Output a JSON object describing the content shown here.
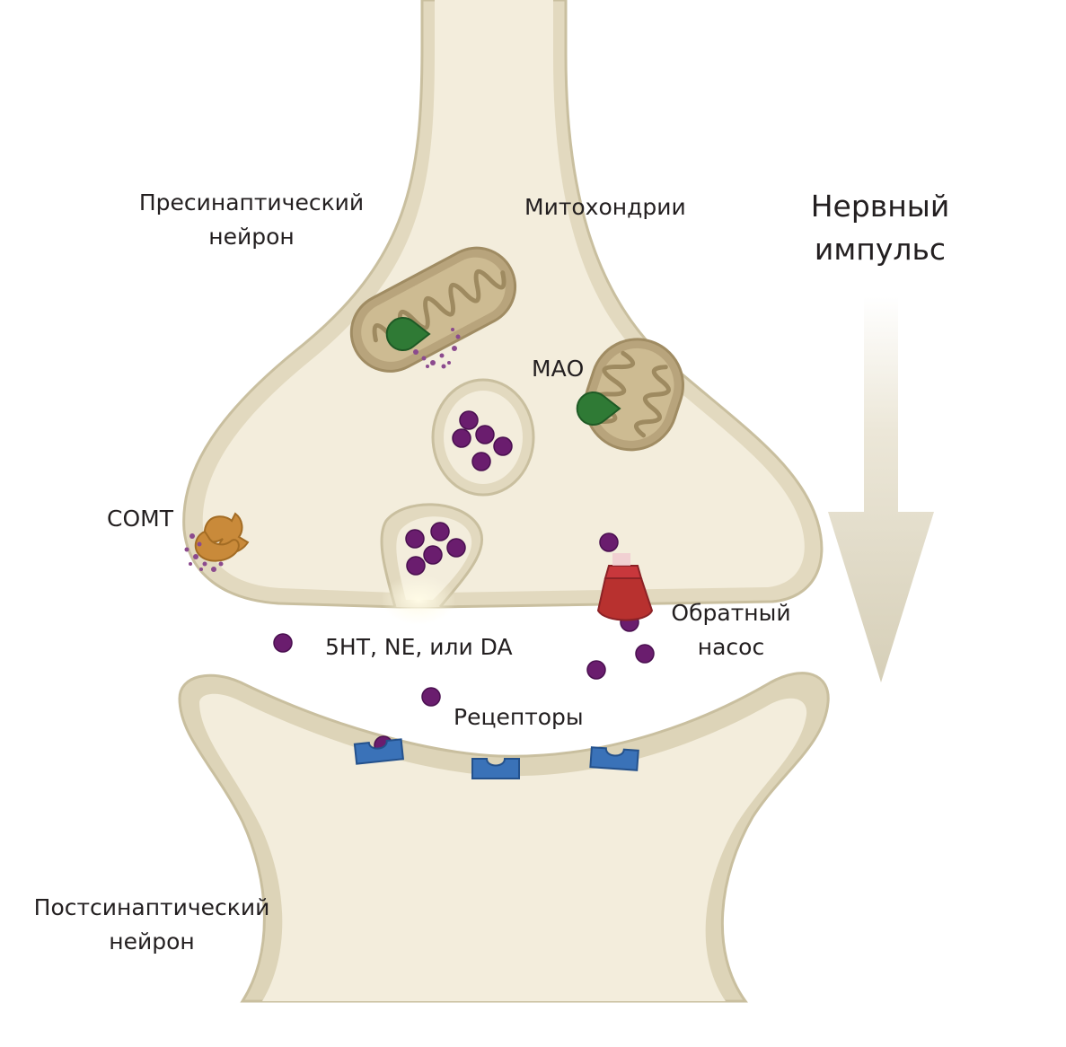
{
  "labels": {
    "presynaptic": [
      "Пресинаптический",
      "нейрон"
    ],
    "mitochondria": "Митохондрии",
    "impulse": [
      "Нервный",
      "импульс"
    ],
    "mao": "МАО",
    "comt": "COMT",
    "neurotransmitters": "5HT, NE, или DA",
    "reuptake_pump": [
      "Обратный",
      "насос"
    ],
    "receptors": "Рецепторы",
    "postsynaptic": [
      "Постсинаптический",
      "нейрон"
    ]
  },
  "colors": {
    "background": "#ffffff",
    "cell_fill": "#f3eddc",
    "cell_membrane": "#d8d0b5",
    "cell_outline": "#c9bf9f",
    "mitochondrion": "#b8a47c",
    "enzyme_mao": "#2f7a35",
    "enzyme_comt": "#c98a3a",
    "neurotransmitter": "#6a1d6e",
    "reuptake_pump": "#b8312f",
    "receptor": "#3a72b8",
    "arrow": "#dcd6c2",
    "text": "#231f20"
  }
}
